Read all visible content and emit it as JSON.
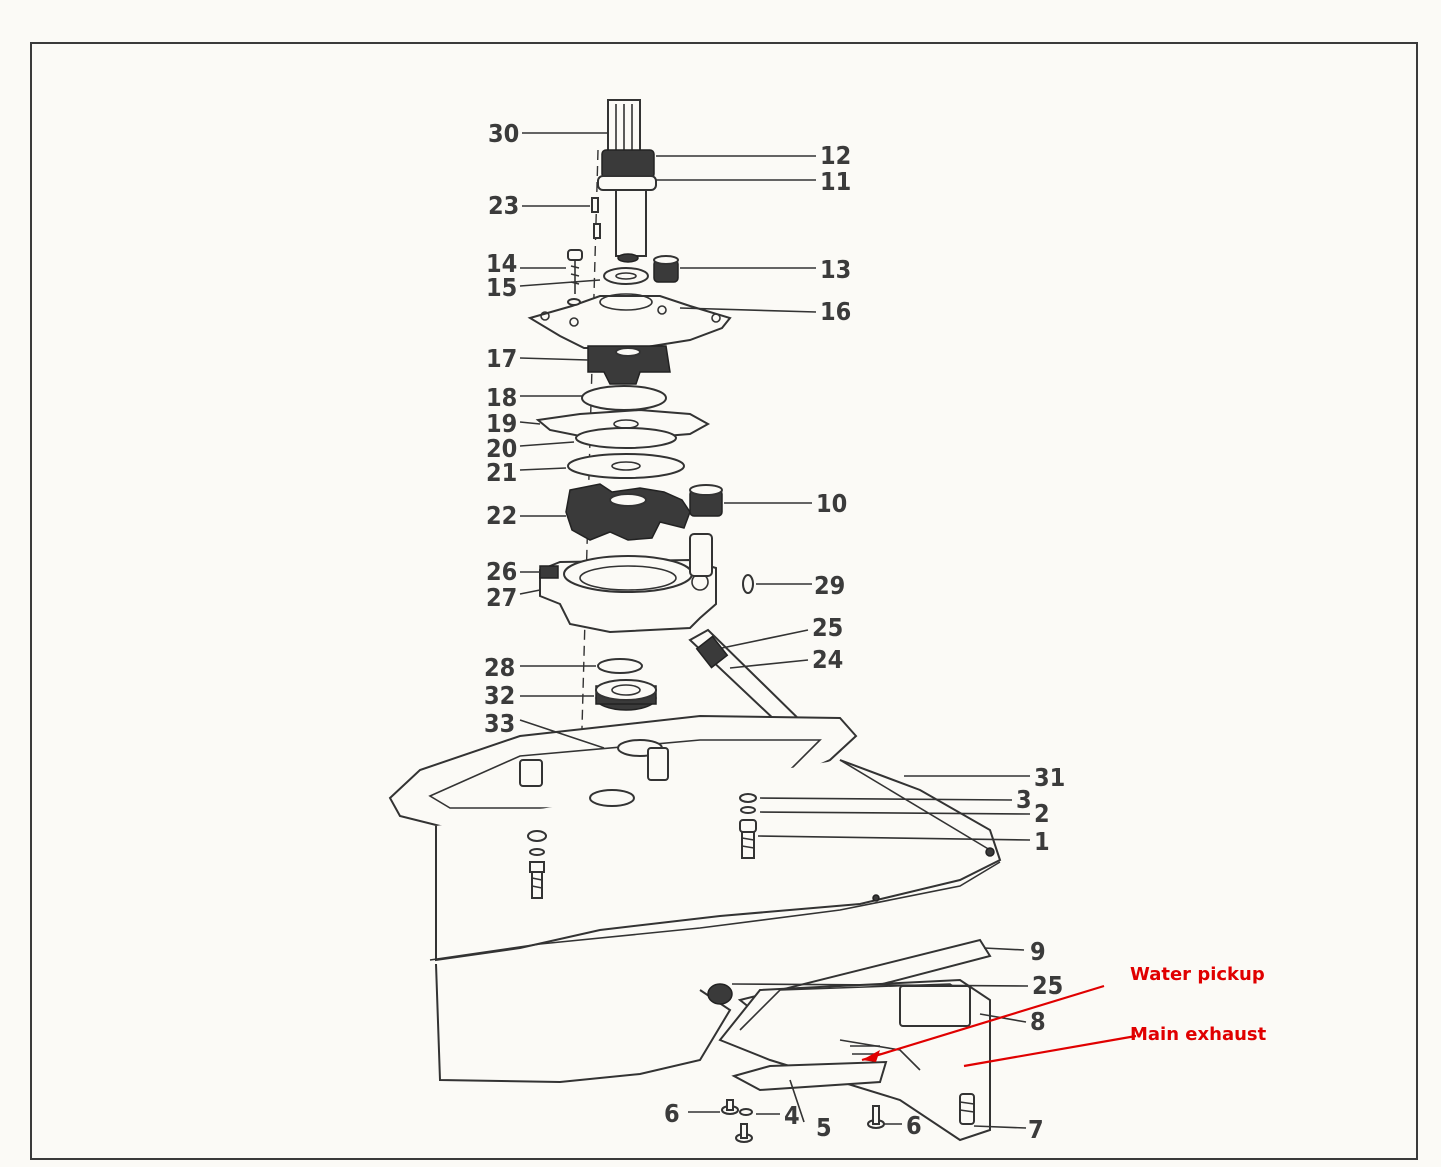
{
  "diagram": {
    "callouts": [
      {
        "id": "30",
        "label": "30"
      },
      {
        "id": "12",
        "label": "12"
      },
      {
        "id": "11",
        "label": "11"
      },
      {
        "id": "23",
        "label": "23"
      },
      {
        "id": "14",
        "label": "14"
      },
      {
        "id": "13",
        "label": "13"
      },
      {
        "id": "15",
        "label": "15"
      },
      {
        "id": "16",
        "label": "16"
      },
      {
        "id": "17",
        "label": "17"
      },
      {
        "id": "18",
        "label": "18"
      },
      {
        "id": "19",
        "label": "19"
      },
      {
        "id": "20",
        "label": "20"
      },
      {
        "id": "21",
        "label": "21"
      },
      {
        "id": "22",
        "label": "22"
      },
      {
        "id": "10",
        "label": "10"
      },
      {
        "id": "26",
        "label": "26"
      },
      {
        "id": "27",
        "label": "27"
      },
      {
        "id": "29",
        "label": "29"
      },
      {
        "id": "25a",
        "label": "25"
      },
      {
        "id": "24",
        "label": "24"
      },
      {
        "id": "28",
        "label": "28"
      },
      {
        "id": "32",
        "label": "32"
      },
      {
        "id": "33",
        "label": "33"
      },
      {
        "id": "31",
        "label": "31"
      },
      {
        "id": "3",
        "label": "3"
      },
      {
        "id": "2",
        "label": "2"
      },
      {
        "id": "1",
        "label": "1"
      },
      {
        "id": "9",
        "label": "9"
      },
      {
        "id": "25b",
        "label": "25"
      },
      {
        "id": "8",
        "label": "8"
      },
      {
        "id": "6a",
        "label": "6"
      },
      {
        "id": "4",
        "label": "4"
      },
      {
        "id": "5",
        "label": "5"
      },
      {
        "id": "6b",
        "label": "6"
      },
      {
        "id": "7",
        "label": "7"
      }
    ],
    "annotations": {
      "water_pickup": "Water pickup",
      "main_exhaust": "Main exhaust"
    },
    "colors": {
      "ink": "#333333",
      "annotation": "#e00000",
      "paper": "#fbfaf6"
    }
  }
}
